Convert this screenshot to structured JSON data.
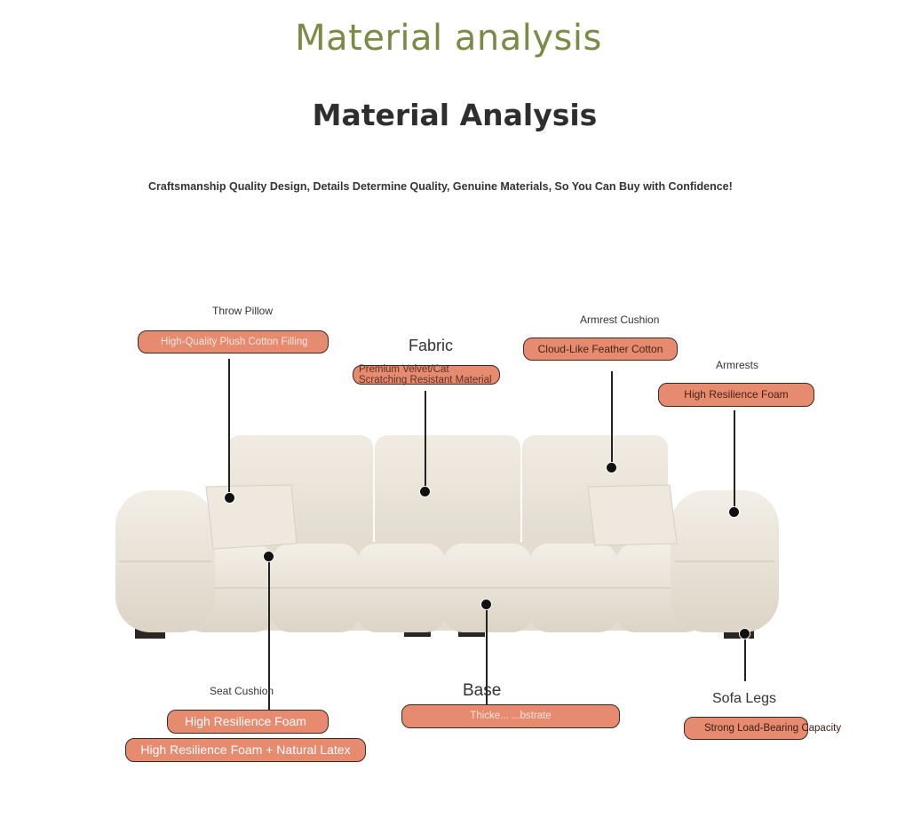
{
  "header": {
    "title": "Material analysis",
    "subtitle": "Material Analysis",
    "tagline": "Craftsmanship Quality Design, Details Determine Quality, Genuine Materials, So You Can Buy with Confidence!"
  },
  "callouts": {
    "throw_pillow": {
      "label": "Throw Pillow",
      "detail": "High-Quality Plush Cotton Filling"
    },
    "fabric": {
      "label": "Fabric",
      "detail": "Premium Velvet/Cat Scratching Resistant Material"
    },
    "armrest_cushion": {
      "label": "Armrest Cushion",
      "detail": "Cloud-Like Feather Cotton"
    },
    "armrests": {
      "label": "Armrests",
      "detail": "High Resilience Foam"
    },
    "seat_cushion": {
      "label": "Seat Cushion",
      "detail": "High Resilience Foam",
      "detail2": "High Resilience Foam + Natural Latex"
    },
    "base": {
      "label": "Base",
      "detail": "Thicke... ...bstrate"
    },
    "sofa_legs": {
      "label": "Sofa Legs",
      "detail": "Strong Load-Bearing Capacity"
    }
  },
  "colors": {
    "title": "#7b8a45",
    "pill_fill": "#e68a70",
    "pill_border": "#3a2a22",
    "sofa": "#ede7dc"
  }
}
